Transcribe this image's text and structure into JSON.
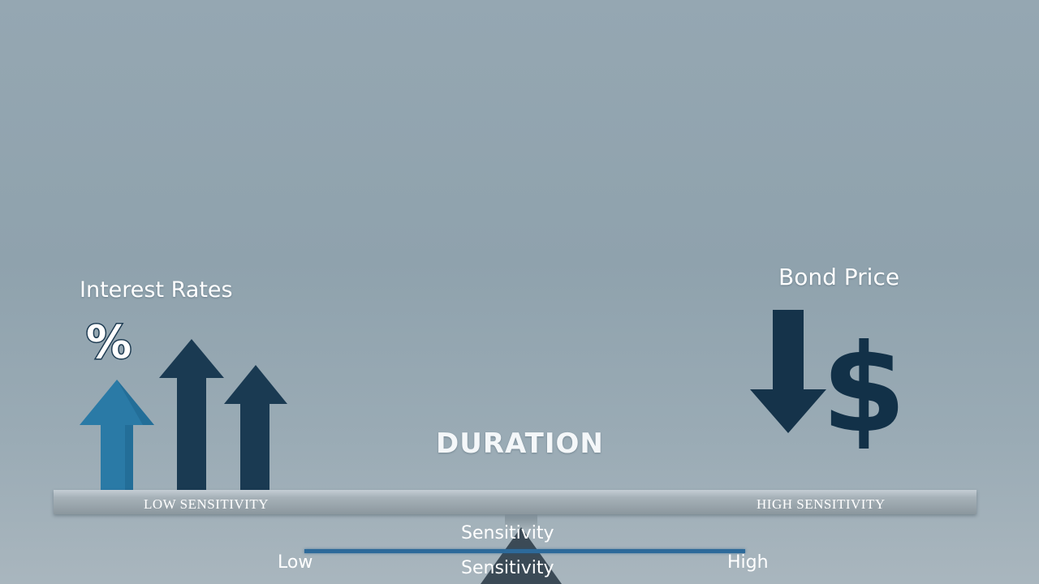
{
  "labels": {
    "interest_rates": "Interest Rates",
    "bond_price": "Bond Price",
    "duration": "DURATION",
    "percent": "%",
    "dollar": "$",
    "low_sensitivity": "LOW SENSITIVITY",
    "high_sensitivity": "HIGH SENSITIVITY",
    "sensitivity_top": "Sensitivity",
    "sensitivity_bottom": "Sensitivity",
    "low": "Low",
    "high": "High"
  },
  "colors": {
    "arrow_light": "#2a7aa6",
    "arrow_dark": "#1a3a52",
    "arrow_down": "#15334a",
    "axis_line": "#2d6a9a"
  },
  "icons": [
    "up-arrow-icon",
    "down-arrow-icon",
    "percent-icon",
    "dollar-icon"
  ]
}
